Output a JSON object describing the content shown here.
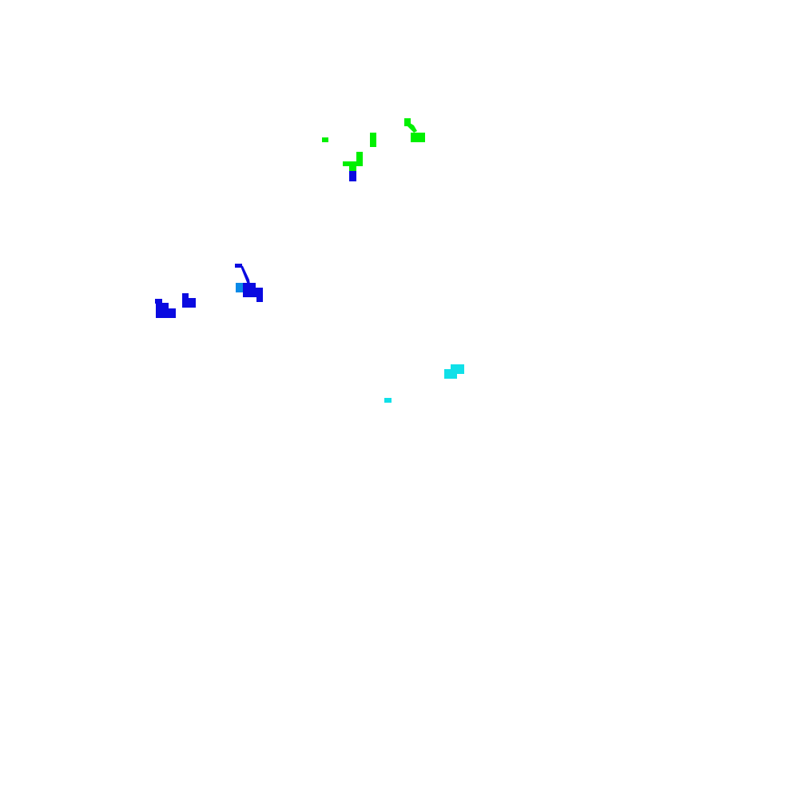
{
  "palette": {
    "background": "#ffffff",
    "green": "#00f000",
    "blue": "#0a0ae0",
    "light_blue": "#0a8ae8",
    "cyan": "#10e0e8"
  },
  "clusters": [
    {
      "name": "green-cluster",
      "color_key": "green"
    },
    {
      "name": "blue-cluster",
      "color_key": "blue"
    },
    {
      "name": "cyan-cluster",
      "color_key": "cyan"
    }
  ]
}
